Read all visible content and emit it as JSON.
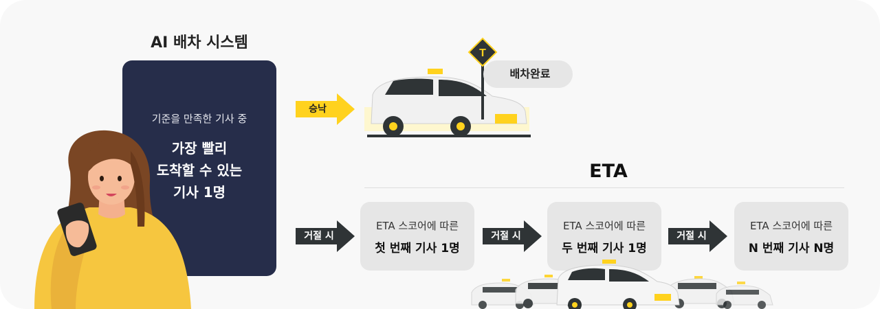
{
  "system": {
    "title": "AI 배차 시스템",
    "criteria": "기준을 만족한 기사 중",
    "headline": [
      "가장 빨리",
      "도착할 수 있는",
      "기사 1명"
    ]
  },
  "accept": {
    "label": "승낙",
    "status": "배차완료",
    "sign_letter": "T"
  },
  "eta": {
    "title": "ETA",
    "reject_label": "거절 시",
    "steps": [
      {
        "sub": "ETA 스코어에 따른",
        "main": "첫 번째 기사 1명"
      },
      {
        "sub": "ETA 스코어에 따른",
        "main": "두 번째 기사 1명"
      },
      {
        "sub": "ETA 스코어에 따른",
        "main": "N 번째 기사 N명"
      }
    ]
  },
  "colors": {
    "navy": "#262d4a",
    "yellow": "#ffd21e",
    "dark_gray": "#2f3436",
    "step_bg": "#e6e6e6",
    "sweater": "#f6c63f"
  }
}
